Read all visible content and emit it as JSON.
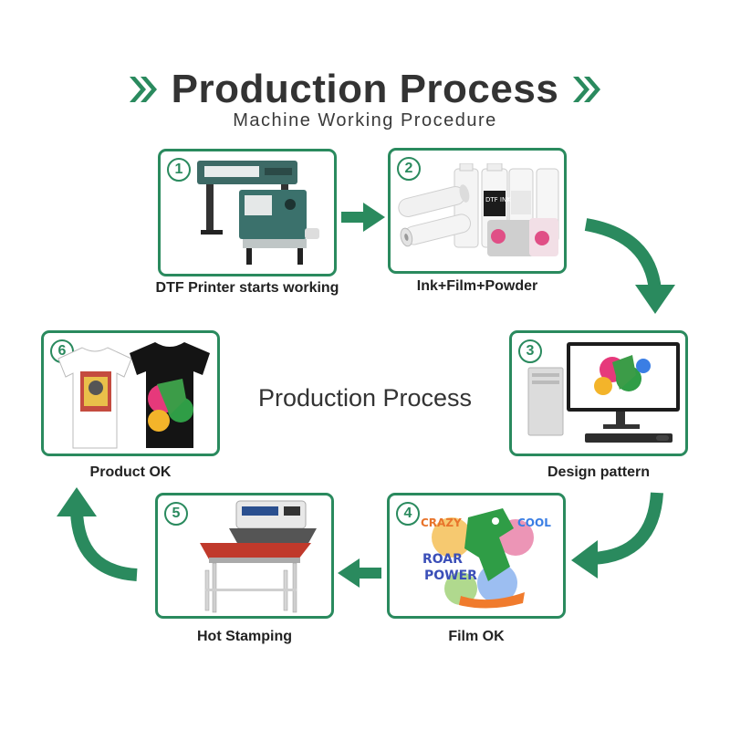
{
  "header": {
    "title": "Production Process",
    "subtitle": "Machine Working Procedure"
  },
  "center_label": "Production Process",
  "steps": [
    {
      "number": "1",
      "caption": "DTF Printer starts working",
      "icon": "dtf-printer-machine"
    },
    {
      "number": "2",
      "caption": "Ink+Film+Powder",
      "icon": "ink-bottles-film-rolls",
      "bottle_label": "DTF INK"
    },
    {
      "number": "3",
      "caption": "Design pattern",
      "icon": "desktop-computer"
    },
    {
      "number": "4",
      "caption": "Film OK",
      "icon": "printed-dinosaur-film",
      "artwork_text": [
        "CRAZY",
        "ROAR",
        "POWER",
        "COOL"
      ]
    },
    {
      "number": "5",
      "caption": "Hot Stamping",
      "icon": "heat-press-machine"
    },
    {
      "number": "6",
      "caption": "Product OK",
      "icon": "printed-t-shirts"
    }
  ],
  "colors": {
    "accent": "#2a8a5e",
    "title": "#333333"
  }
}
